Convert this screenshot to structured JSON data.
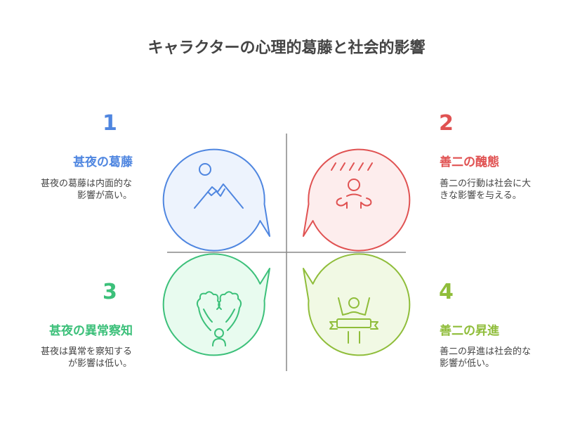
{
  "title": "キャラクターの心理的葛藤と社会的影響",
  "quadrants": [
    {
      "number": "1",
      "heading": "甚夜の葛藤",
      "description": "甚夜の葛藤は内面的な影響が高い。",
      "color": "#4f86e0",
      "fill": "#edf3fd",
      "icon": "mountain-sun-icon"
    },
    {
      "number": "2",
      "heading": "善二の醜態",
      "description": "善二の行動は社会に大きな影響を与える。",
      "color": "#e05252",
      "fill": "#fdeded",
      "icon": "person-in-rain-icon"
    },
    {
      "number": "3",
      "heading": "甚夜の異常察知",
      "description": "甚夜は異常を察知するが影響は低い。",
      "color": "#3cc07a",
      "fill": "#e8fbef",
      "icon": "person-among-trees-icon"
    },
    {
      "number": "4",
      "heading": "善二の昇進",
      "description": "善二の昇進は社会的な影響が低い。",
      "color": "#8fbd3a",
      "fill": "#f1f9e4",
      "icon": "person-with-banner-icon"
    }
  ]
}
